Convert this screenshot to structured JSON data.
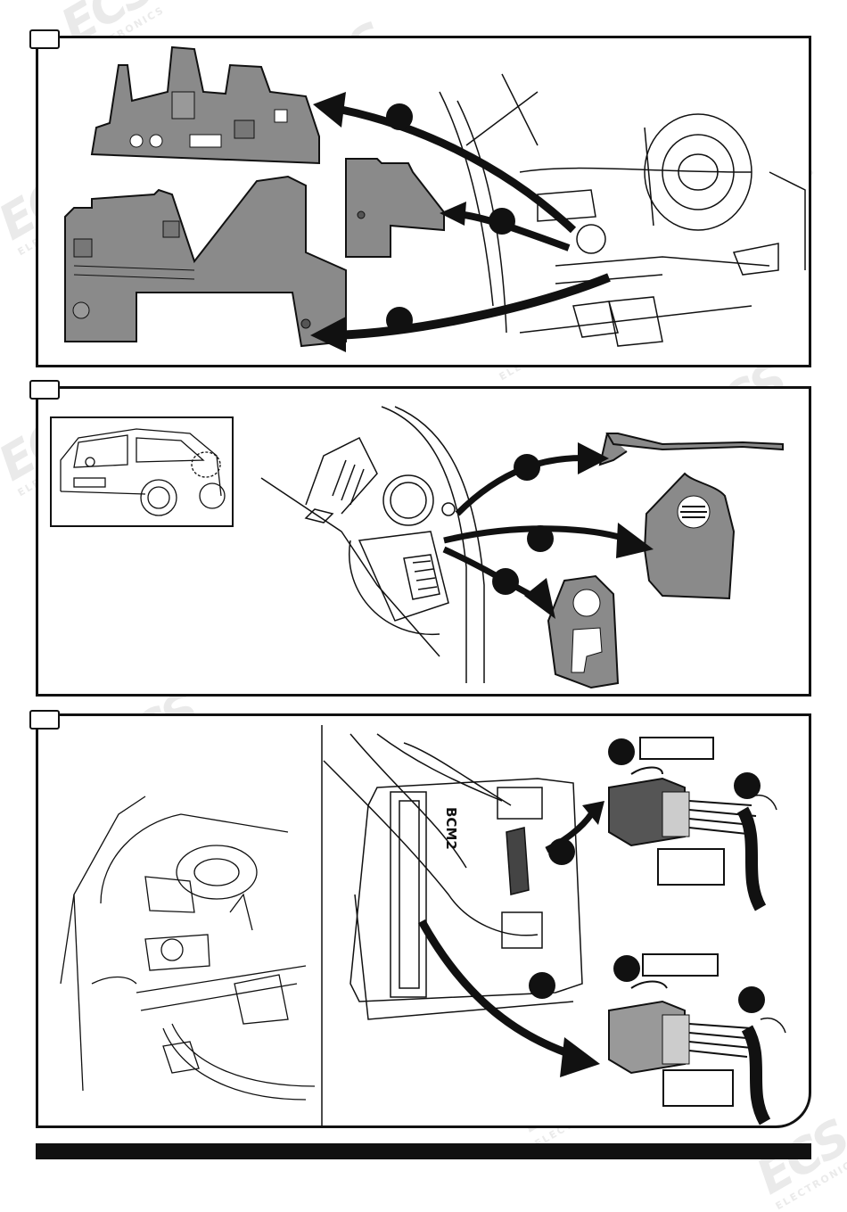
{
  "watermark": {
    "brand": "ECS",
    "sub": "ELECTRONICS"
  },
  "panels": [
    {
      "id": "step1"
    },
    {
      "id": "step2"
    },
    {
      "id": "step3"
    }
  ],
  "bcm_label": "BCM2",
  "colors": {
    "part_fill": "#8a8a8a",
    "outline": "#111111",
    "arrow": "#111111",
    "callout": "#111111"
  }
}
